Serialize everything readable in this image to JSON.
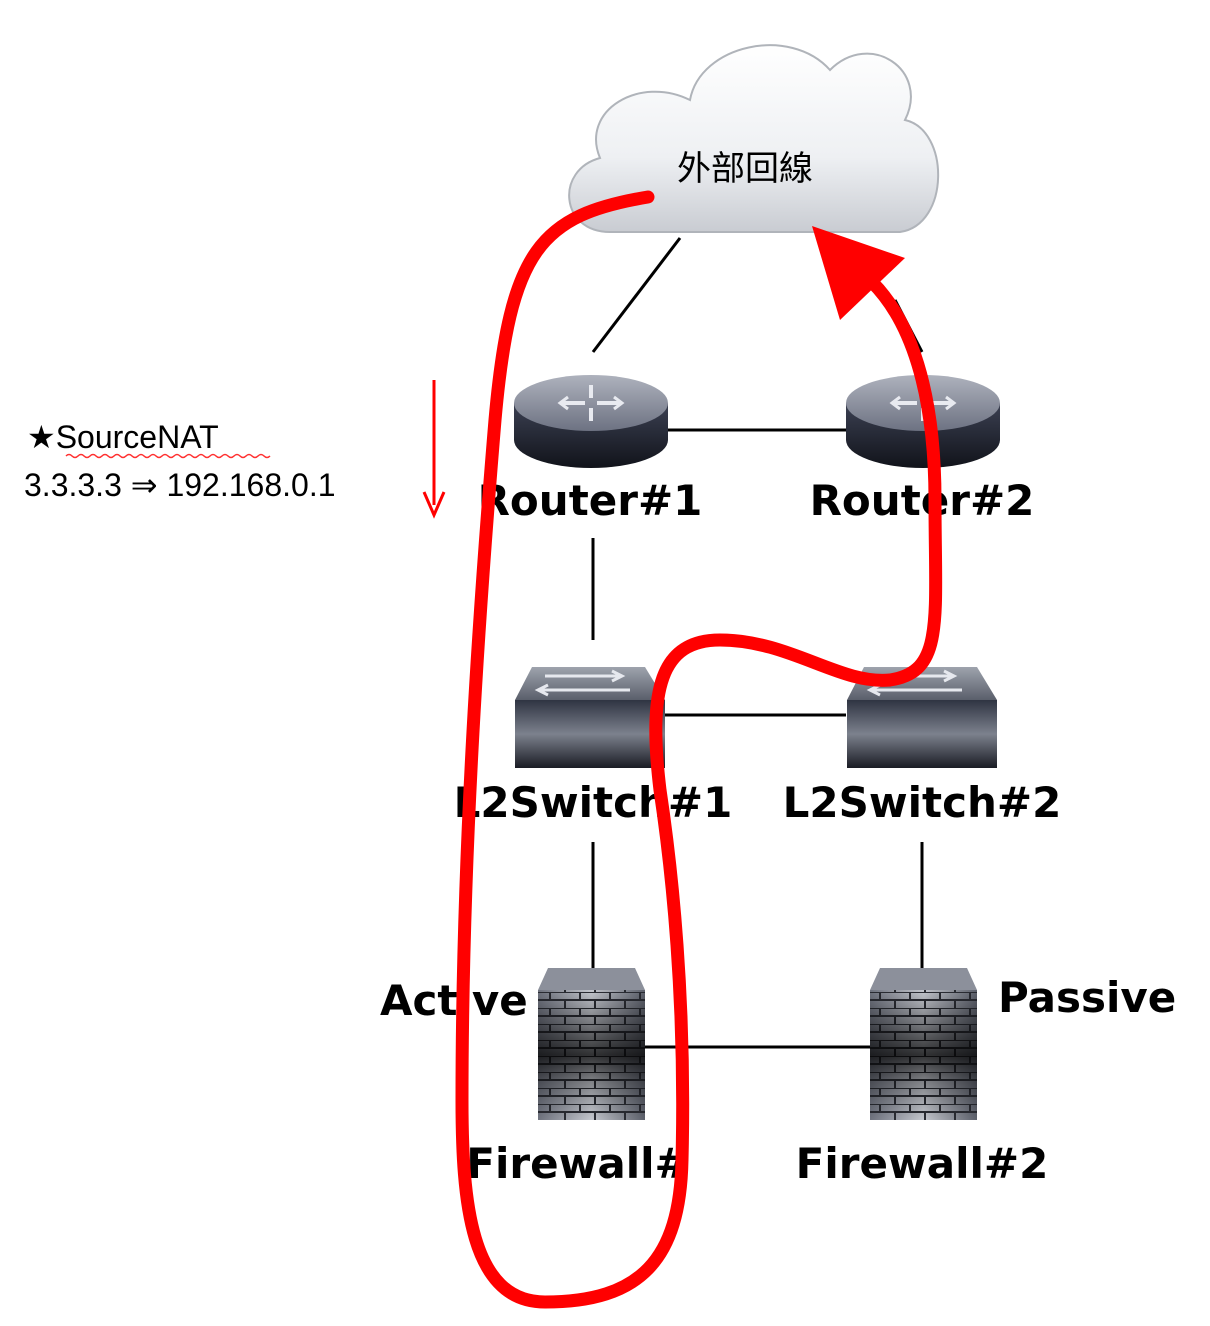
{
  "cloud": {
    "label": "外部回線"
  },
  "nodes": {
    "router1": {
      "label": "Router#1"
    },
    "router2": {
      "label": "Router#2"
    },
    "switch1": {
      "label": "L2Switch#1"
    },
    "switch2": {
      "label": "L2Switch#2"
    },
    "firewall1": {
      "label": "Firewall#"
    },
    "firewall2": {
      "label": "Firewall#2"
    }
  },
  "roles": {
    "active": "Active",
    "passive": "Passive"
  },
  "annotation": {
    "title": "★SourceNAT",
    "translation": "3.3.3.3 ⇒ 192.168.0.1"
  },
  "colors": {
    "path": "#ff0000",
    "router_body": "#2d3140",
    "firewall_body": "#5a5e6a"
  }
}
